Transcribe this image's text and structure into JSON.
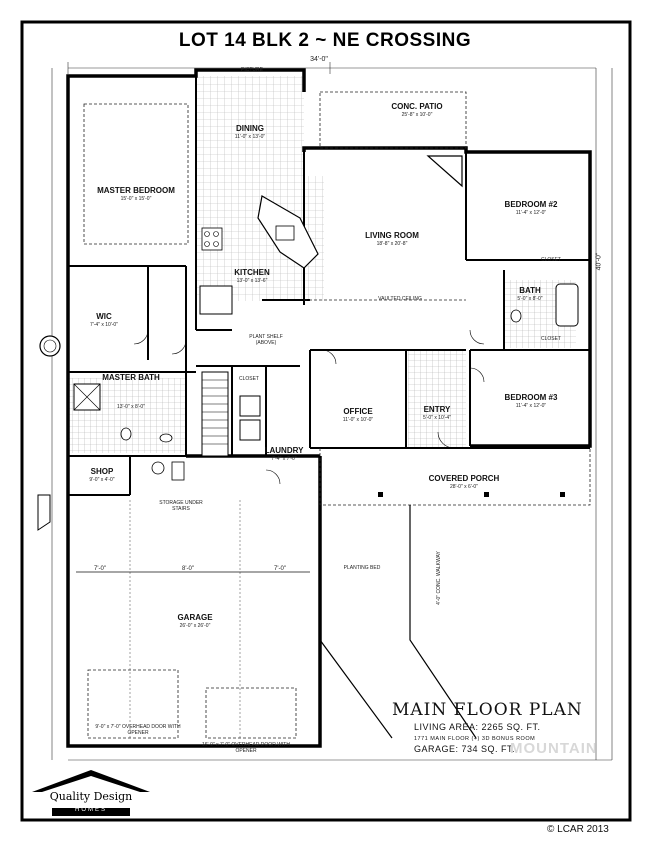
{
  "header": {
    "title": "LOT 14 BLK 2 ~ NE CROSSING"
  },
  "rooms": {
    "master_bedroom": {
      "name": "MASTER BEDROOM",
      "dims": "15'-0\" x 15'-0\""
    },
    "dining": {
      "name": "DINING",
      "dims": "11'-0\" x 13'-0\""
    },
    "conc_patio": {
      "name": "CONC. PATIO",
      "dims": "25'-8\" x 10'-0\""
    },
    "living_room": {
      "name": "LIVING ROOM",
      "dims": "18'-8\" x 20'-8\""
    },
    "bedroom2": {
      "name": "BEDROOM #2",
      "dims": "11'-4\" x 12'-0\""
    },
    "kitchen": {
      "name": "KITCHEN",
      "dims": "13'-0\" x 13'-6\""
    },
    "wic": {
      "name": "WIC",
      "dims": "7'-4\" x 10'-0\""
    },
    "bath": {
      "name": "BATH",
      "dims": "5'-0\" x 8'-0\""
    },
    "master_bath": {
      "name": "MASTER BATH",
      "dims": "13'-0\" x 8'-0\""
    },
    "office": {
      "name": "OFFICE",
      "dims": "11'-0\" x 10'-0\""
    },
    "entry": {
      "name": "ENTRY",
      "dims": "5'-0\" x 10'-4\""
    },
    "bedroom3": {
      "name": "BEDROOM #3",
      "dims": "11'-4\" x 12'-0\""
    },
    "laundry": {
      "name": "LAUNDRY",
      "dims": "7'-4\" x 7'-0\""
    },
    "shop": {
      "name": "SHOP",
      "dims": "9'-0\" x 4'-0\""
    },
    "covered_porch": {
      "name": "COVERED PORCH",
      "dims": "28'-0\" x 6'-0\""
    },
    "garage": {
      "name": "GARAGE",
      "dims": "26'-0\" x 26'-0\""
    }
  },
  "notes": {
    "picture": "PICTURE",
    "closet1": "CLOSET",
    "closet2": "CLOSET",
    "closet3": "CLOSET",
    "plant_shelf": "PLANT SHELF (ABOVE)",
    "storage_stairs": "STORAGE UNDER STAIRS",
    "planting_bed": "PLANTING BED",
    "conc_walkway": "4'-0\" CONC. WALKWAY",
    "door1": "9'-0\" x 7'-0\" OVERHEAD DOOR WITH OPENER",
    "door2": "16'-0\" x 7'-0\" OVERHEAD DOOR WITH OPENER",
    "vaulted": "VAULTED CEILING",
    "dim_top": "34'-0\"",
    "dim_right": "40'-0\"",
    "dim_garage1": "7'-0\"",
    "dim_garage2": "8'-0\"",
    "dim_garage3": "7'-0\""
  },
  "summary": {
    "heading": "MAIN FLOOR PLAN",
    "living_area": "LIVING AREA:  2265 SQ. FT.",
    "breakdown": "1771 MAIN FLOOR (+) 3D BONUS ROOM",
    "garage": "GARAGE:  734 SQ. FT."
  },
  "logo": {
    "line1": "Quality Design",
    "line2": "HOMES"
  },
  "watermark": "MOUNTAIN",
  "copyright": "© LCAR 2013"
}
